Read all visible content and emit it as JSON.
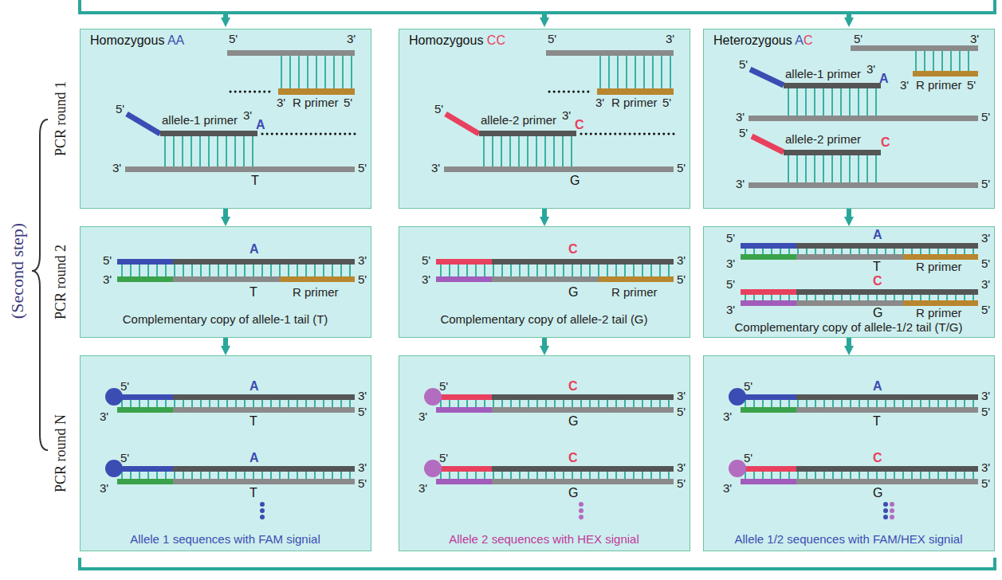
{
  "diagram": {
    "nodes": [
      {
        "text": [
          "Homozygous AA",
          "5'",
          "3'",
          "3'",
          "R primer",
          "5'",
          "5'",
          "allele-1 primer",
          "3'",
          "A",
          "3'",
          "T",
          "5'"
        ]
      },
      {
        "text": [
          "Homozygous CC",
          "5'",
          "3'",
          "3'",
          "R primer",
          "5'",
          "5'",
          "allele-2 primer",
          "3'",
          "C",
          "3'",
          "G",
          "5'"
        ]
      },
      {
        "text": [
          "Heterozygous AC",
          "5'",
          "3'",
          "3'",
          "R primer",
          "5'",
          "5'",
          "allele-1 primer",
          "3'",
          "A",
          "3'",
          "5'",
          "5'",
          "allele-2 primer",
          "C",
          "3'",
          "5'"
        ]
      },
      {
        "text": [
          "5'",
          "A",
          "3'",
          "3'",
          "T",
          "R primer",
          "5'",
          "Complementary copy of allele-1 tail (T)"
        ]
      },
      {
        "text": [
          "5'",
          "C",
          "3'",
          "3'",
          "G",
          "R primer",
          "5'",
          "Complementary copy of allele-2 tail (G)"
        ]
      },
      {
        "text": [
          "5'",
          "A",
          "3'",
          "3'",
          "T",
          "R primer",
          "5'",
          "5'",
          "C",
          "3'",
          "3'",
          "G",
          "R primer",
          "5'",
          "Complementary copy of allele-1/2 tail (T/G)"
        ]
      },
      {
        "text": [
          "5'",
          "A",
          "3'",
          "3'",
          "T",
          "5'",
          "5'",
          "A",
          "3'",
          "3'",
          "T",
          "5'",
          "Allele 1 sequences with FAM signial"
        ]
      },
      {
        "text": [
          "5'",
          "C",
          "3'",
          "3'",
          "G",
          "5'",
          "5'",
          "C",
          "3'",
          "3'",
          "G",
          "5'",
          "Allele 2 sequences with HEX signial"
        ]
      },
      {
        "text": [
          "5'",
          "A",
          "3'",
          "3'",
          "T",
          "5'",
          "5'",
          "C",
          "3'",
          "3'",
          "G",
          "5'",
          "Allele 1/2 sequences with FAM/HEX signial"
        ]
      }
    ],
    "edges": [
      {
        "from": 0,
        "to": 3,
        "arrow": "to"
      },
      {
        "from": 1,
        "to": 4,
        "arrow": "to"
      },
      {
        "from": 2,
        "to": 5,
        "arrow": "to"
      },
      {
        "from": 3,
        "to": 6,
        "arrow": "to"
      },
      {
        "from": 4,
        "to": 7,
        "arrow": "to"
      },
      {
        "from": 5,
        "to": 8,
        "arrow": "to"
      }
    ],
    "labels": [
      "PCR round 1",
      "PCR round 2",
      "PCR round N",
      "(Second step)"
    ]
  }
}
